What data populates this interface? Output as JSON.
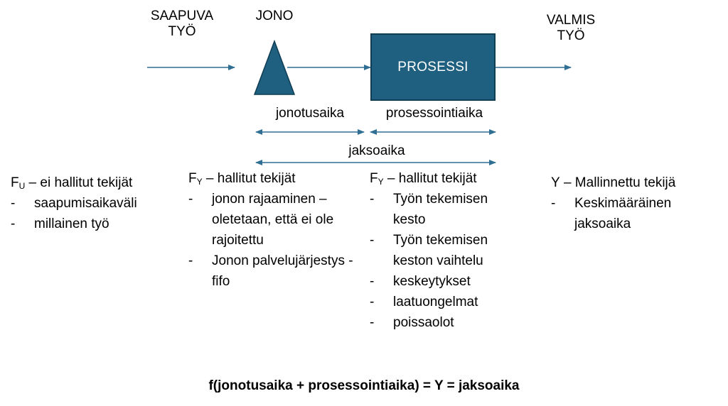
{
  "labels": {
    "incoming": [
      "SAAPUVA",
      "TYÖ"
    ],
    "queue": "JONO",
    "process": "PROSESSI",
    "done": [
      "VALMIS",
      "TYÖ"
    ],
    "queue_time": "jonotusaika",
    "process_time": "prosessointiaika",
    "cycle_time": "jaksoaika"
  },
  "columns": [
    {
      "symbol": "F",
      "subscript": "U",
      "title": " – ei hallitut tekijät",
      "items": [
        "saapumisaikaväli",
        "millainen työ"
      ]
    },
    {
      "symbol": "F",
      "subscript": "Y",
      "title": " – hallitut tekijät",
      "items": [
        "jonon rajaaminen – oletetaan, että ei ole rajoitettu",
        "Jonon palvelujärjestys - fifo"
      ]
    },
    {
      "symbol": "F",
      "subscript": "Y",
      "title": " – hallitut tekijät",
      "items": [
        "Työn tekemisen kesto",
        "Työn tekemisen keston vaihtelu",
        "keskeytykset",
        "laatuongelmat",
        "poissaolot"
      ]
    },
    {
      "symbol": "Y",
      "subscript": "",
      "title": " – Mallinnettu tekijä",
      "items": [
        "Keskimääräinen jaksoaika"
      ]
    }
  ],
  "formula": "f(jonotusaika + prosessointiaika) = Y = jaksoaika",
  "colors": {
    "accent": "#1f5f7f",
    "arrow": "#2e6f93"
  }
}
